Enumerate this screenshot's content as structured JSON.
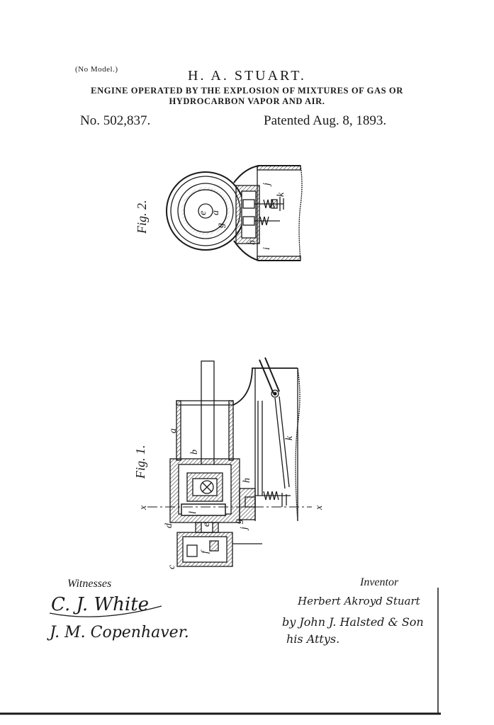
{
  "header": {
    "no_model": "(No Model.)",
    "inventor": "H. A. STUART.",
    "title_line1": "ENGINE OPERATED BY THE EXPLOSION OF MIXTURES OF GAS OR",
    "title_line2": "HYDROCARBON VAPOR AND AIR.",
    "patent_number": "No. 502,837.",
    "patent_date": "Patented Aug. 8, 1893."
  },
  "figures": {
    "fig2_label": "Fig. 2.",
    "fig1_label": "Fig. 1.",
    "fig2_letters": [
      "e",
      "a",
      "g",
      "k",
      "h",
      "i",
      "j"
    ],
    "fig1_letters": [
      "a",
      "b",
      "k",
      "h",
      "x",
      "x",
      "l",
      "e",
      "d",
      "g",
      "j",
      "c",
      "f"
    ]
  },
  "footer": {
    "witnesses_label": "Witnesses",
    "inventor_label": "Inventor",
    "witness1": "C. J. White",
    "witness2": "J. M. Copenhaver.",
    "inventor_signature": "Herbert Akroyd Stuart",
    "attorney_line1": "by John J. Halsted & Son",
    "attorney_line2": "his Attys."
  },
  "colors": {
    "ink": "#1a1a1a",
    "paper": "#ffffff"
  }
}
